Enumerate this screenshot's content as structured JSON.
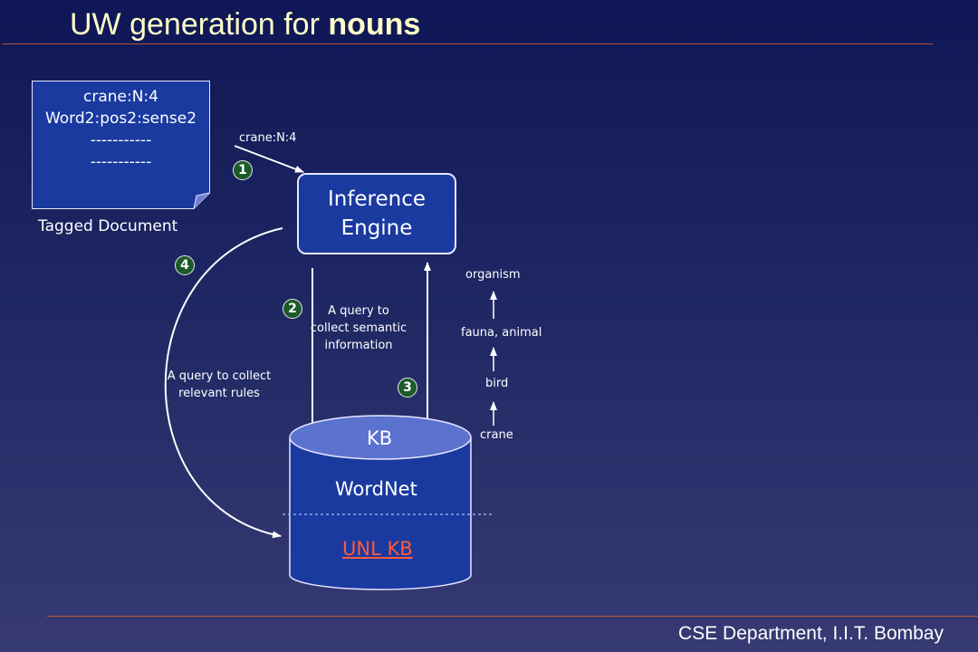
{
  "title": {
    "normal": "UW generation for ",
    "bold": "nouns"
  },
  "footer": "CSE Department, I.I.T. Bombay",
  "tagged_doc": {
    "lines": [
      "crane:N:4",
      "Word2:pos2:sense2",
      "-----------",
      "-----------"
    ],
    "caption": "Tagged Document"
  },
  "arrow_label_crane": "crane:N:4",
  "engine": {
    "line1": "Inference",
    "line2": "Engine"
  },
  "badges": [
    "1",
    "2",
    "3",
    "4"
  ],
  "query_semantic": [
    "A query to",
    "collect semantic",
    "information"
  ],
  "query_rules": [
    "A query to collect",
    "relevant rules"
  ],
  "kb": {
    "top": "KB",
    "wordnet": "WordNet",
    "unl": "UNL KB"
  },
  "hierarchy": [
    "organism",
    "fauna, animal",
    "bird",
    "crane"
  ],
  "colors": {
    "accent_text": "#ffffc8",
    "unl_link": "#ff5a3c",
    "badge": "#1c5a2a",
    "engine": "#1a3aa0",
    "rule": "#b8543a"
  }
}
